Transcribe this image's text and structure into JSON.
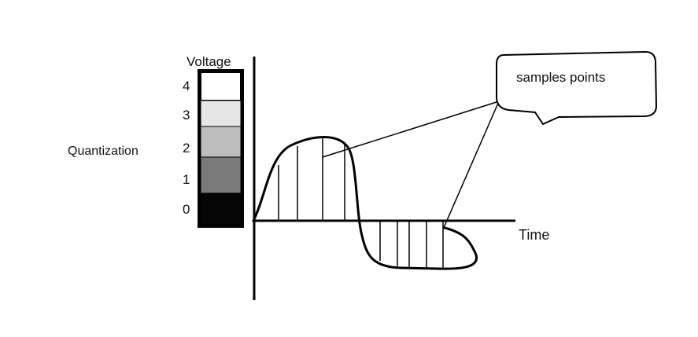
{
  "labels": {
    "voltage": "Voltage",
    "time": "Time",
    "quantization": "Quantization",
    "callout": "samples points"
  },
  "levels": [
    {
      "value": "4",
      "color": "#ffffff"
    },
    {
      "value": "3",
      "color": "#e6e6e6"
    },
    {
      "value": "2",
      "color": "#bdbdbd"
    },
    {
      "value": "1",
      "color": "#7a7a7a"
    },
    {
      "value": "0",
      "color": "#050505"
    }
  ],
  "colors": {
    "stroke": "#000000",
    "background": "#ffffff"
  }
}
